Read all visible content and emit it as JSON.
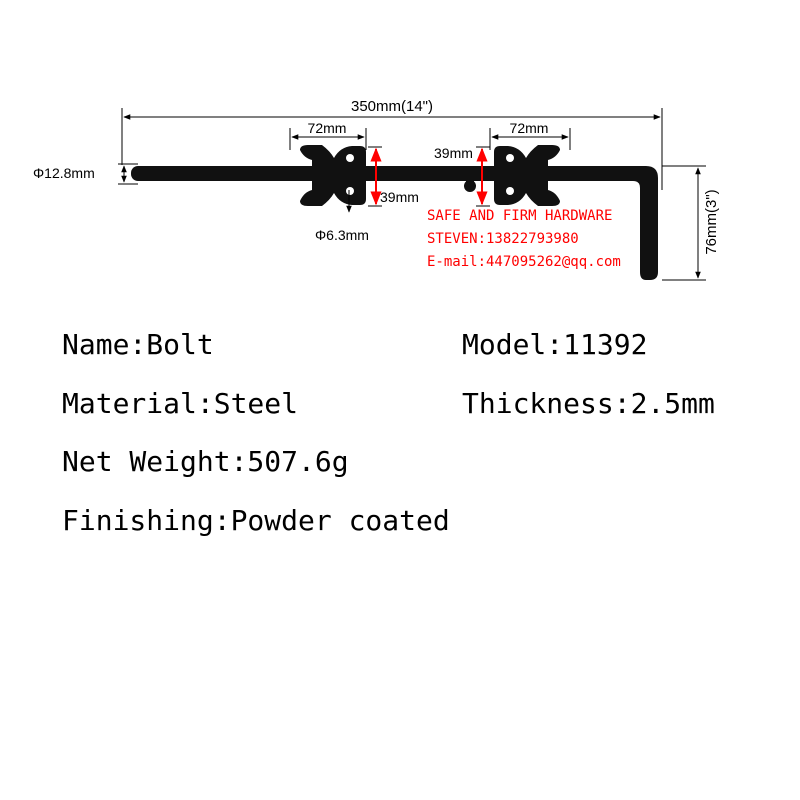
{
  "dimensions": {
    "overall_length": "350mm(14\")",
    "plate_width_left": "72mm",
    "plate_width_right": "72mm",
    "plate_height_left": "39mm",
    "plate_height_right": "39mm",
    "rod_diameter": "Φ12.8mm",
    "hole_diameter": "Φ6.3mm",
    "hook_height": "76mm(3\")"
  },
  "contact": {
    "company": "SAFE AND FIRM HARDWARE",
    "phone": "STEVEN:13822793980",
    "email": "E-mail:447095262@qq.com"
  },
  "specs": {
    "name": "Name:Bolt",
    "model": "Model:11392",
    "material": "Material:Steel",
    "thickness": "Thickness:2.5mm",
    "net_weight": "Net Weight:507.6g",
    "finishing": "Finishing:Powder coated"
  },
  "colors": {
    "product": "#111111",
    "dimension_line": "#000000",
    "red_marker": "#ff0000"
  }
}
